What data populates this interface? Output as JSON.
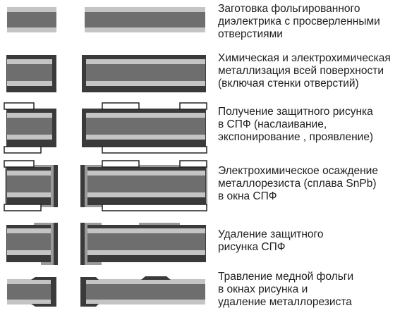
{
  "colors": {
    "dielectric": "#6e6e6e",
    "foil": "#c4c4c4",
    "metallization": "#3a3a3a",
    "photoresist": "#ffffff",
    "metal_resist": "#9a9a9a",
    "text": "#202020"
  },
  "steps": [
    {
      "id": "blank",
      "lines": [
        "Заготовка фольгированного",
        "диэлектрика с просверленными",
        "отверстиями"
      ]
    },
    {
      "id": "metallization",
      "lines": [
        "Химическая и электрохимическая",
        "металлизация всей поверхности",
        "(включая стенки отверстий)"
      ]
    },
    {
      "id": "photoresist",
      "lines": [
        "Получение защитного рисунка",
        "в СПФ (наслаивание,",
        "экспонирование , проявление)"
      ]
    },
    {
      "id": "metal-resist",
      "lines": [
        "Электрохимическое осаждение",
        "металлорезиста (сплава SnPb)",
        "в окна СПФ"
      ]
    },
    {
      "id": "strip",
      "lines": [
        "Удаление защитного",
        "рисунка СПФ"
      ]
    },
    {
      "id": "etch",
      "lines": [
        "Травление медной фольги",
        "в окнах рисунка и",
        "удаление металлорезиста"
      ]
    }
  ]
}
